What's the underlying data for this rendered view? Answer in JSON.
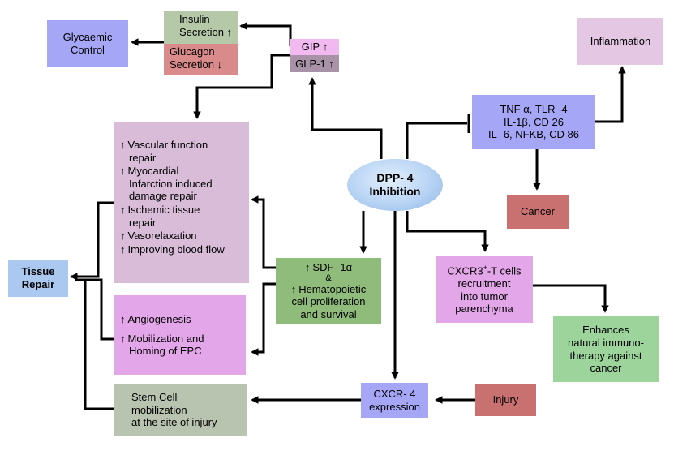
{
  "nodes": {
    "glycaemic": {
      "lines": [
        "Glycaemic",
        "Control"
      ],
      "color": "#a6a6f7"
    },
    "insulin": {
      "lines": [
        "Insulin",
        "Secretion"
      ],
      "color": "#b5c8a8"
    },
    "glucagon": {
      "lines": [
        "Glucagon",
        "Secretion"
      ],
      "color": "#d98a8a"
    },
    "gip": {
      "text": "GIP",
      "color": "#f2b8f0"
    },
    "glp1": {
      "text": "GLP-1",
      "color": "#a892a8"
    },
    "inflammation": {
      "text": "Inflammation",
      "color": "#e3c7e3"
    },
    "cytokines": {
      "lines": [
        "TNF α, TLR- 4",
        "IL-1β, CD 26",
        "IL- 6, NFKB, CD 86"
      ],
      "color": "#a6a6f7"
    },
    "dpp4": {
      "lines": [
        "DPP- 4",
        "Inhibition"
      ],
      "color": "#b8d4f4"
    },
    "cancer": {
      "text": "Cancer",
      "color": "#c97070"
    },
    "tissue_repair": {
      "lines": [
        "Tissue",
        "Repair"
      ],
      "color": "#aac8f0"
    },
    "repair_list": {
      "color": "#d8bcd8",
      "items": [
        {
          "first": "Vascular function",
          "rest": "repair"
        },
        {
          "first": "Myocardial",
          "rest": "Infarction induced damage repair"
        },
        {
          "first": "Ischemic tissue",
          "rest": "repair"
        },
        {
          "first": "Vasorelaxation",
          "rest": ""
        },
        {
          "first": "Improving blood flow",
          "rest": ""
        }
      ]
    },
    "angio_list": {
      "color": "#e3a6e8",
      "items": [
        {
          "first": "Angiogenesis",
          "rest": ""
        },
        {
          "first": "Mobilization and",
          "rest": "Homing of EPC"
        }
      ]
    },
    "sdf": {
      "line1": "SDF- 1α",
      "line2": "&",
      "line3": "Hematopoietic",
      "line4": "cell proliferation",
      "line5": "and survival",
      "color": "#8fbc7a"
    },
    "cxcr3": {
      "prefix": "CXCR3",
      "sup": "+",
      "suffix": "-T cells",
      "lines": [
        "recruitment",
        "into tumor",
        "parenchyma"
      ],
      "color": "#e3a6e8"
    },
    "immuno": {
      "lines": [
        "Enhances",
        "natural immuno-",
        "therapy against",
        "cancer"
      ],
      "color": "#9cd49c"
    },
    "stemcell": {
      "lines": [
        "Stem Cell",
        "mobilization",
        "at the site of injury"
      ],
      "color": "#b8c4b0"
    },
    "cxcr4": {
      "lines": [
        "CXCR- 4",
        "expression"
      ],
      "color": "#a6a6f7"
    },
    "injury": {
      "text": "Injury",
      "color": "#c97070"
    }
  }
}
